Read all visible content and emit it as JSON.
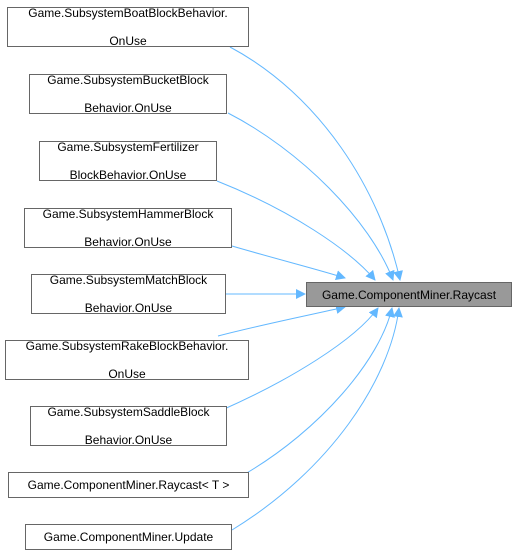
{
  "target": {
    "lines": [
      "Game.ComponentMiner.Raycast"
    ]
  },
  "callers": [
    {
      "lines": [
        "Game.SubsystemBoatBlockBehavior.",
        "OnUse"
      ]
    },
    {
      "lines": [
        "Game.SubsystemBucketBlock",
        "Behavior.OnUse"
      ]
    },
    {
      "lines": [
        "Game.SubsystemFertilizer",
        "BlockBehavior.OnUse"
      ]
    },
    {
      "lines": [
        "Game.SubsystemHammerBlock",
        "Behavior.OnUse"
      ]
    },
    {
      "lines": [
        "Game.SubsystemMatchBlock",
        "Behavior.OnUse"
      ]
    },
    {
      "lines": [
        "Game.SubsystemRakeBlockBehavior.",
        "OnUse"
      ]
    },
    {
      "lines": [
        "Game.SubsystemSaddleBlock",
        "Behavior.OnUse"
      ]
    },
    {
      "lines": [
        "Game.ComponentMiner.Raycast< T >"
      ]
    },
    {
      "lines": [
        "Game.ComponentMiner.Update"
      ]
    }
  ],
  "colors": {
    "edge": "#63b8ff",
    "target_fill": "#999999",
    "node_border": "#666666"
  }
}
